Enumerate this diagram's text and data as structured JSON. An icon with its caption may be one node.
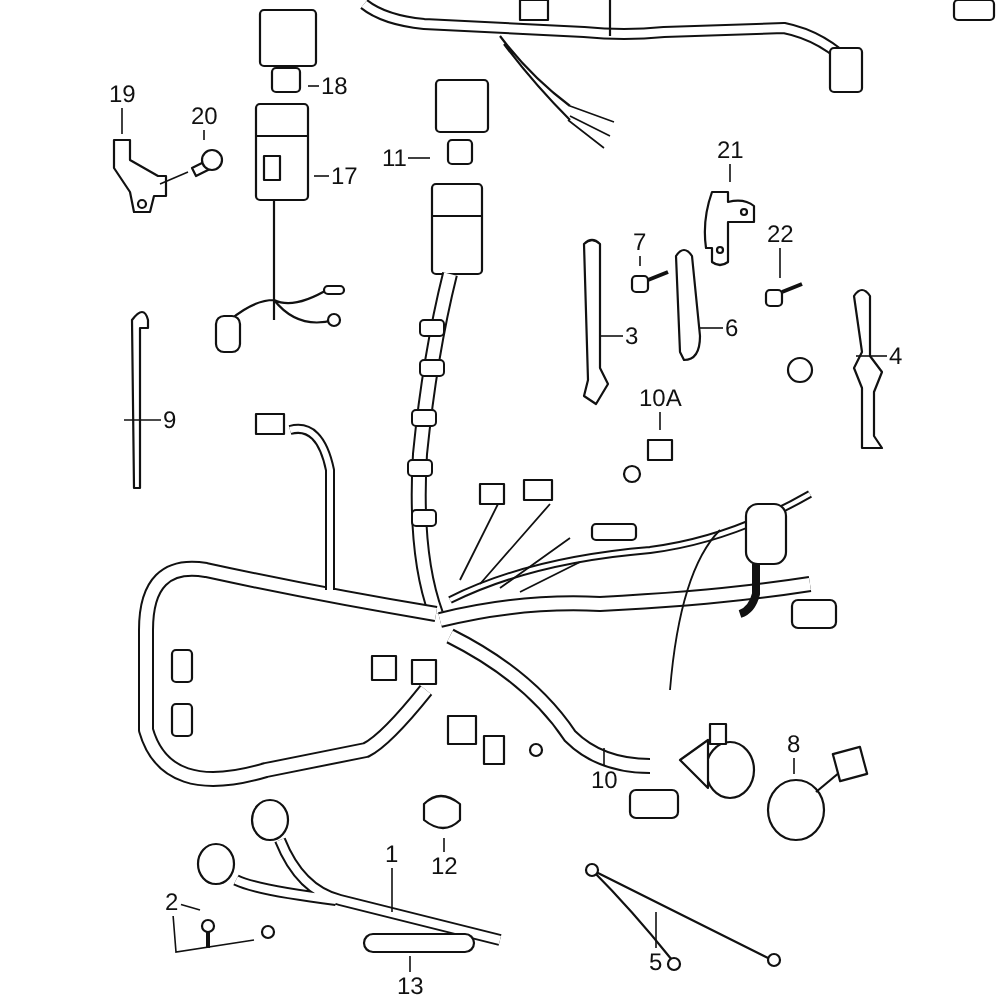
{
  "diagram": {
    "nodes": [
      {
        "text": [
          "18"
        ]
      },
      {
        "text": [
          "19"
        ]
      },
      {
        "text": [
          "20"
        ]
      },
      {
        "text": [
          "17"
        ]
      },
      {
        "text": [
          "11"
        ]
      },
      {
        "text": [
          "21"
        ]
      },
      {
        "text": [
          "7"
        ]
      },
      {
        "text": [
          "22"
        ]
      },
      {
        "text": [
          "3"
        ]
      },
      {
        "text": [
          "6"
        ]
      },
      {
        "text": [
          "4"
        ]
      },
      {
        "text": [
          "9"
        ]
      },
      {
        "text": [
          "10A"
        ]
      },
      {
        "text": [
          "8"
        ]
      },
      {
        "text": [
          "10"
        ]
      },
      {
        "text": [
          "12"
        ]
      },
      {
        "text": [
          "1"
        ]
      },
      {
        "text": [
          "2"
        ]
      },
      {
        "text": [
          "5"
        ]
      },
      {
        "text": [
          "13"
        ]
      }
    ],
    "edges": [
      {
        "from": 0,
        "to": null,
        "arrow": "none"
      },
      {
        "from": 1,
        "to": null,
        "arrow": "none"
      },
      {
        "from": 2,
        "to": null,
        "arrow": "none"
      },
      {
        "from": 3,
        "to": null,
        "arrow": "none"
      },
      {
        "from": 4,
        "to": null,
        "arrow": "none"
      },
      {
        "from": 5,
        "to": null,
        "arrow": "none"
      },
      {
        "from": 6,
        "to": null,
        "arrow": "none"
      },
      {
        "from": 7,
        "to": null,
        "arrow": "none"
      },
      {
        "from": 8,
        "to": null,
        "arrow": "none"
      },
      {
        "from": 9,
        "to": null,
        "arrow": "none"
      },
      {
        "from": 10,
        "to": null,
        "arrow": "none"
      },
      {
        "from": 11,
        "to": null,
        "arrow": "none"
      },
      {
        "from": 12,
        "to": null,
        "arrow": "none"
      },
      {
        "from": 13,
        "to": null,
        "arrow": "none"
      },
      {
        "from": 14,
        "to": null,
        "arrow": "none"
      },
      {
        "from": 15,
        "to": null,
        "arrow": "none"
      },
      {
        "from": 16,
        "to": null,
        "arrow": "none"
      },
      {
        "from": 17,
        "to": null,
        "arrow": "none"
      },
      {
        "from": 17,
        "to": null,
        "arrow": "none"
      },
      {
        "from": 18,
        "to": null,
        "arrow": "none"
      },
      {
        "from": 19,
        "to": null,
        "arrow": "none"
      }
    ]
  }
}
